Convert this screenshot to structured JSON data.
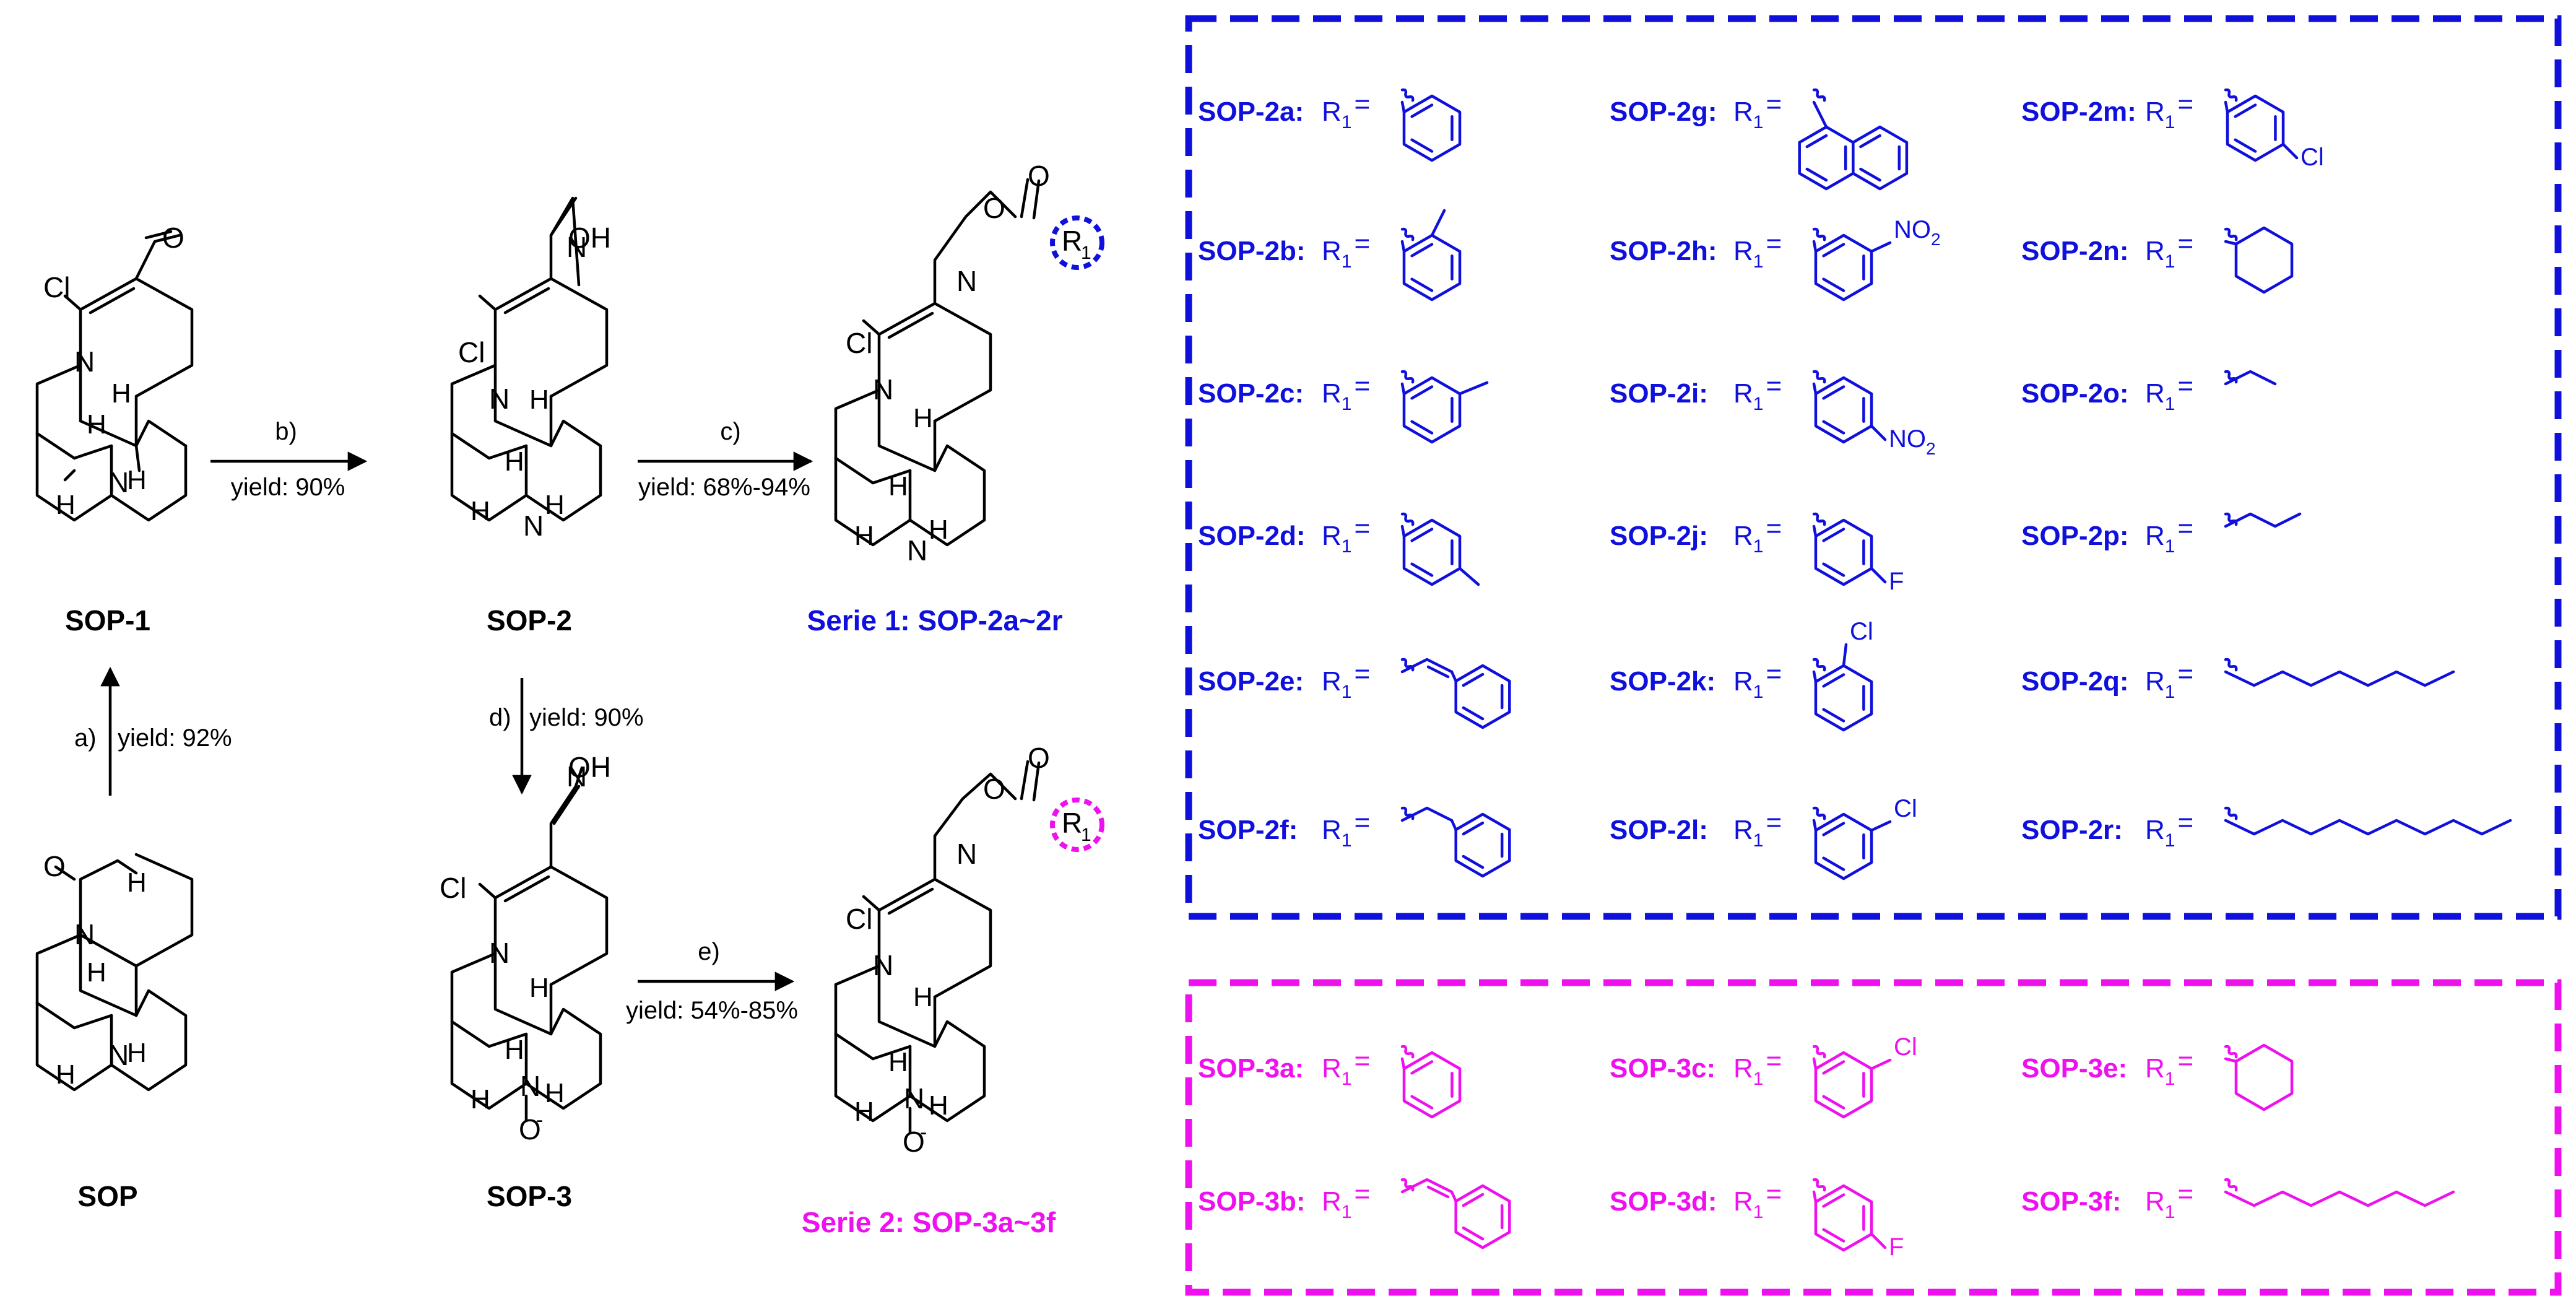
{
  "colors": {
    "series1": "#1010dd",
    "series2": "#ee10ee",
    "text": "#000000"
  },
  "compounds": {
    "sop1": "SOP-1",
    "sop2": "SOP-2",
    "sop": "SOP",
    "sop3": "SOP-3",
    "serie1": "Serie 1: SOP-2a~2r",
    "serie2": "Serie 2: SOP-3a~3f"
  },
  "atoms": {
    "Cl": "Cl",
    "O": "O",
    "OH": "OH",
    "N": "N",
    "H": "H",
    "R": "R",
    "sub1": "1",
    "Ominus": "O",
    "minus": "-"
  },
  "steps": {
    "a": {
      "label": "a)",
      "yield": "yield: 92%"
    },
    "b": {
      "label": "b)",
      "yield": "yield: 90%"
    },
    "c": {
      "label": "c)",
      "yield": "yield: 68%-94%"
    },
    "d": {
      "label": "d)",
      "yield": "yield: 90%"
    },
    "e": {
      "label": "e)",
      "yield": "yield: 54%-85%"
    }
  },
  "r_label": {
    "R": "R",
    "sub": "1",
    "eq": "="
  },
  "series1": [
    {
      "code": "SOP-2a:",
      "r": "phenyl"
    },
    {
      "code": "SOP-2b:",
      "r": "2-methylphenyl"
    },
    {
      "code": "SOP-2c:",
      "r": "3-methylphenyl"
    },
    {
      "code": "SOP-2d:",
      "r": "4-methylphenyl"
    },
    {
      "code": "SOP-2e:",
      "r": "styryl"
    },
    {
      "code": "SOP-2f:",
      "r": "phenethyl"
    },
    {
      "code": "SOP-2g:",
      "r": "1-naphthyl"
    },
    {
      "code": "SOP-2h:",
      "r": "3-nitrophenyl",
      "sub": {
        "label": "NO",
        "idx": "2"
      }
    },
    {
      "code": "SOP-2i:",
      "r": "4-nitrophenyl",
      "sub": {
        "label": "NO",
        "idx": "2"
      }
    },
    {
      "code": "SOP-2j:",
      "r": "4-fluorophenyl",
      "sub": {
        "label": "F"
      }
    },
    {
      "code": "SOP-2k:",
      "r": "2-chlorophenyl",
      "sub": {
        "label": "Cl"
      }
    },
    {
      "code": "SOP-2l:",
      "r": "3-chlorophenyl",
      "sub": {
        "label": "Cl"
      }
    },
    {
      "code": "SOP-2m:",
      "r": "4-chlorophenyl",
      "sub": {
        "label": "Cl"
      }
    },
    {
      "code": "SOP-2n:",
      "r": "cyclohexyl"
    },
    {
      "code": "SOP-2o:",
      "r": "ethyl"
    },
    {
      "code": "SOP-2p:",
      "r": "propyl"
    },
    {
      "code": "SOP-2q:",
      "r": "octyl"
    },
    {
      "code": "SOP-2r:",
      "r": "decyl"
    }
  ],
  "series2": [
    {
      "code": "SOP-3a:",
      "r": "phenyl"
    },
    {
      "code": "SOP-3b:",
      "r": "styryl"
    },
    {
      "code": "SOP-3c:",
      "r": "3-chlorophenyl",
      "sub": {
        "label": "Cl"
      }
    },
    {
      "code": "SOP-3d:",
      "r": "4-fluorophenyl",
      "sub": {
        "label": "F"
      }
    },
    {
      "code": "SOP-3e:",
      "r": "cyclohexyl"
    },
    {
      "code": "SOP-3f:",
      "r": "octyl"
    }
  ]
}
